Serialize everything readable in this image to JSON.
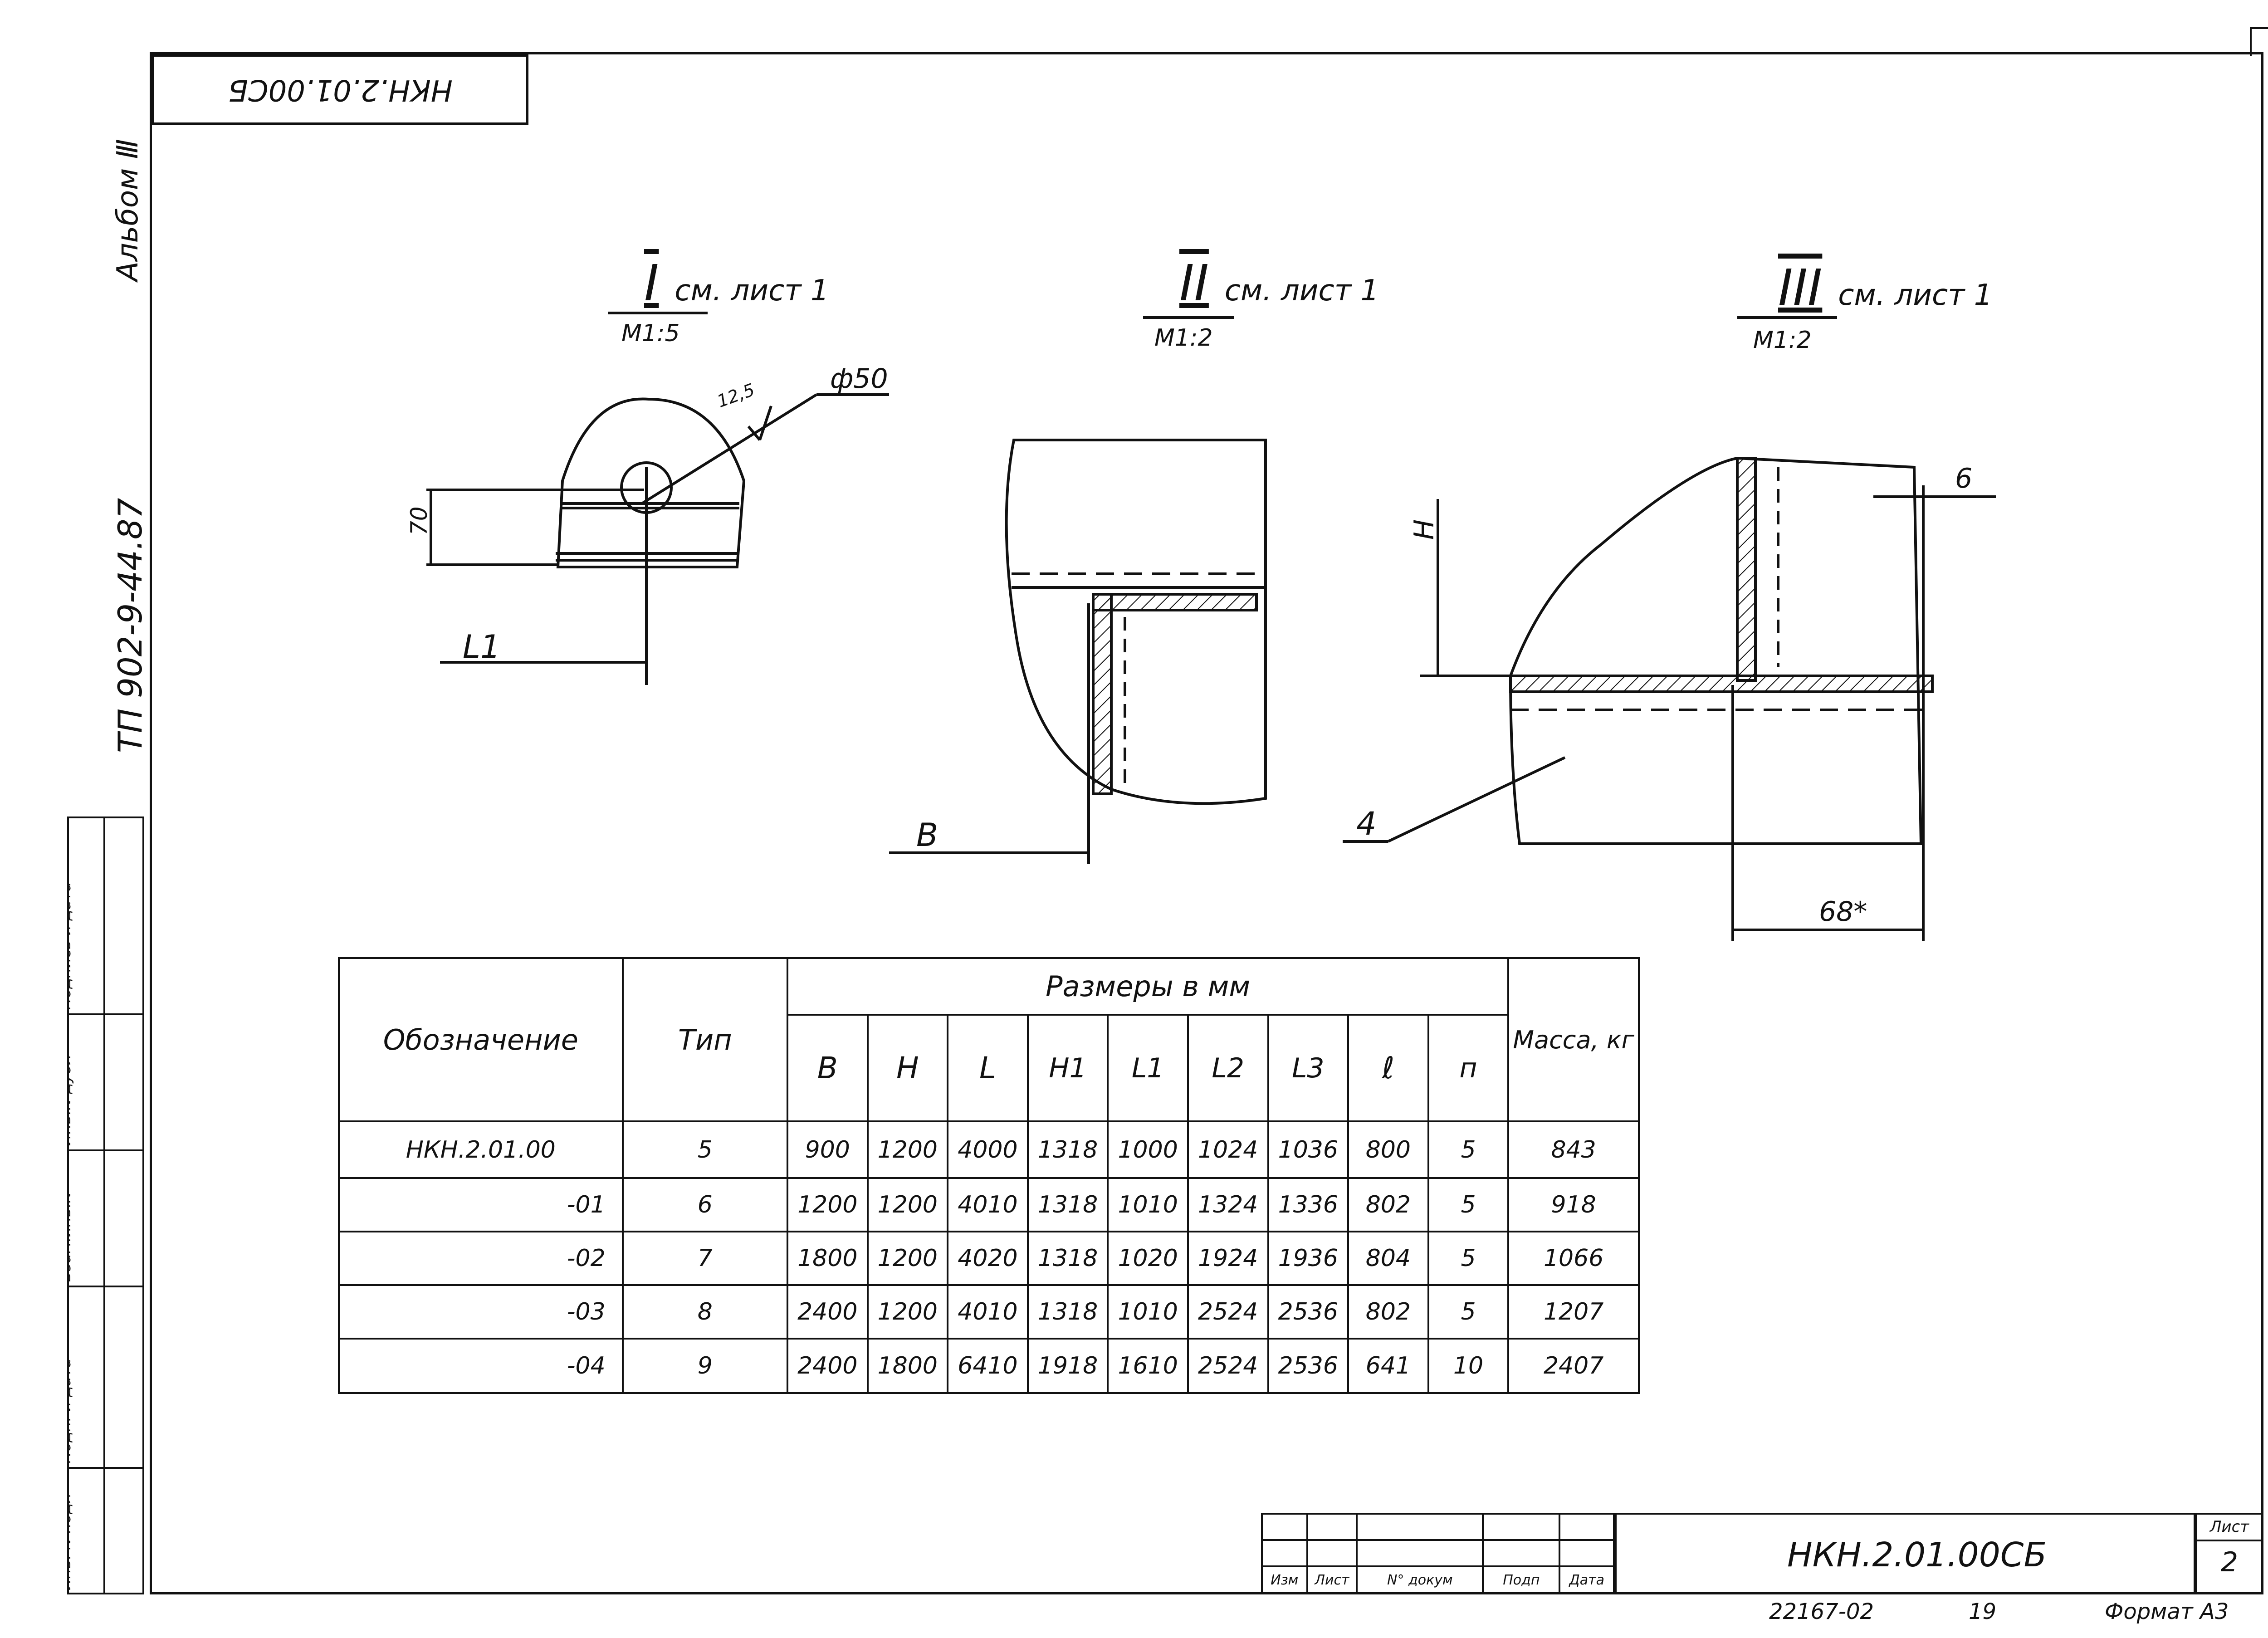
{
  "sheet": {
    "stamp_code": "НКН.2.01.00СБ",
    "album": "Альбом Ⅲ",
    "series": "ТП 902-9-44.87"
  },
  "side_columns": [
    "Подпись и дата",
    "Инв.N дубл",
    "Взам.инв.N",
    "Подп. и дата",
    "Инв. N подл"
  ],
  "views": [
    {
      "title": "I",
      "ref": "см. лист 1",
      "scale": "М1:5"
    },
    {
      "title": "II",
      "ref": "см. лист 1",
      "scale": "М1:2"
    },
    {
      "title": "III",
      "ref": "см. лист 1",
      "scale": "М1:2"
    }
  ],
  "dimensions": {
    "roughness": "12,5",
    "diameter": "ф50",
    "height_70": "70",
    "l1": "L1",
    "b": "В",
    "h": "Н",
    "six": "6",
    "callout_4": "4",
    "sixty_eight": "68*"
  },
  "table": {
    "header": {
      "designation": "Обозначение",
      "type": "Тип",
      "sizes": "Размеры в мм",
      "mass": "Масса, кг",
      "cols": [
        "В",
        "Н",
        "L",
        "Н1",
        "L1",
        "L2",
        "L3",
        "ℓ",
        "п"
      ]
    },
    "rows": [
      {
        "designation": "НКН.2.01.00",
        "type": "5",
        "values": [
          "900",
          "1200",
          "4000",
          "1318",
          "1000",
          "1024",
          "1036",
          "800",
          "5"
        ],
        "mass": "843"
      },
      {
        "designation": "-01",
        "type": "6",
        "values": [
          "1200",
          "1200",
          "4010",
          "1318",
          "1010",
          "1324",
          "1336",
          "802",
          "5"
        ],
        "mass": "918"
      },
      {
        "designation": "-02",
        "type": "7",
        "values": [
          "1800",
          "1200",
          "4020",
          "1318",
          "1020",
          "1924",
          "1936",
          "804",
          "5"
        ],
        "mass": "1066"
      },
      {
        "designation": "-03",
        "type": "8",
        "values": [
          "2400",
          "1200",
          "4010",
          "1318",
          "1010",
          "2524",
          "2536",
          "802",
          "5"
        ],
        "mass": "1207"
      },
      {
        "designation": "-04",
        "type": "9",
        "values": [
          "2400",
          "1800",
          "6410",
          "1918",
          "1610",
          "2524",
          "2536",
          "641",
          "10"
        ],
        "mass": "2407"
      }
    ]
  },
  "title_block": {
    "labels": [
      "Изм",
      "Лист",
      "N° докум",
      "Подп",
      "Дата"
    ],
    "code": "НКН.2.01.00СБ",
    "sheet_label": "Лист",
    "sheet_number": "2",
    "footer_left": "22167-02",
    "footer_mid": "19",
    "footer_right": "Формат А3"
  }
}
